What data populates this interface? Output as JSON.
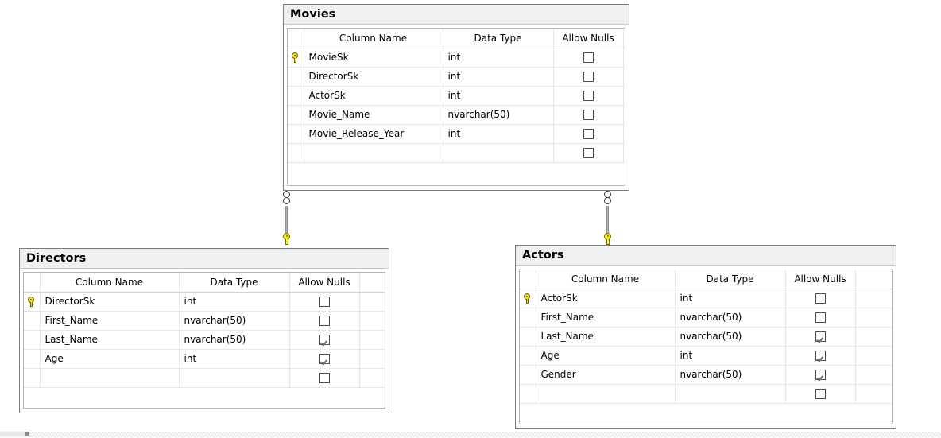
{
  "diagram": {
    "kind": "database-diagram",
    "headers": [
      "Column Name",
      "Data Type",
      "Allow Nulls"
    ],
    "icons": {
      "primary_key": "key-icon",
      "checkbox_unchecked": "checkbox-unchecked-icon",
      "checkbox_checked": "checkbox-checked-icon",
      "many_end": "crows-foot-many-icon",
      "one_end": "key-one-icon"
    },
    "colors": {
      "key_yellow": "#fbf11c",
      "title_bar": "#f0f0f0",
      "window_border": "#7b7b7b",
      "grid_line": "#e6e6e6",
      "connector": "#b0b0b0"
    }
  },
  "tables": [
    {
      "name": "Movies",
      "rows": [
        {
          "pk": true,
          "column": "MovieSk",
          "type": "int",
          "allow_nulls": false
        },
        {
          "pk": false,
          "column": "DirectorSk",
          "type": "int",
          "allow_nulls": false
        },
        {
          "pk": false,
          "column": "ActorSk",
          "type": "int",
          "allow_nulls": false
        },
        {
          "pk": false,
          "column": "Movie_Name",
          "type": "nvarchar(50)",
          "allow_nulls": false
        },
        {
          "pk": false,
          "column": "Movie_Release_Year",
          "type": "int",
          "allow_nulls": false
        },
        {
          "pk": false,
          "column": "",
          "type": "",
          "allow_nulls": false
        }
      ]
    },
    {
      "name": "Directors",
      "rows": [
        {
          "pk": true,
          "column": "DirectorSk",
          "type": "int",
          "allow_nulls": false
        },
        {
          "pk": false,
          "column": "First_Name",
          "type": "nvarchar(50)",
          "allow_nulls": false
        },
        {
          "pk": false,
          "column": "Last_Name",
          "type": "nvarchar(50)",
          "allow_nulls": true
        },
        {
          "pk": false,
          "column": "Age",
          "type": "int",
          "allow_nulls": true
        },
        {
          "pk": false,
          "column": "",
          "type": "",
          "allow_nulls": false
        }
      ]
    },
    {
      "name": "Actors",
      "rows": [
        {
          "pk": true,
          "column": "ActorSk",
          "type": "int",
          "allow_nulls": false
        },
        {
          "pk": false,
          "column": "First_Name",
          "type": "nvarchar(50)",
          "allow_nulls": false
        },
        {
          "pk": false,
          "column": "Last_Name",
          "type": "nvarchar(50)",
          "allow_nulls": true
        },
        {
          "pk": false,
          "column": "Age",
          "type": "int",
          "allow_nulls": true
        },
        {
          "pk": false,
          "column": "Gender",
          "type": "nvarchar(50)",
          "allow_nulls": true
        },
        {
          "pk": false,
          "column": "",
          "type": "",
          "allow_nulls": false
        }
      ]
    }
  ],
  "relationships": [
    {
      "from_table": "Movies",
      "from_cardinality": "many",
      "to_table": "Directors",
      "to_cardinality": "one"
    },
    {
      "from_table": "Movies",
      "from_cardinality": "many",
      "to_table": "Actors",
      "to_cardinality": "one"
    }
  ]
}
